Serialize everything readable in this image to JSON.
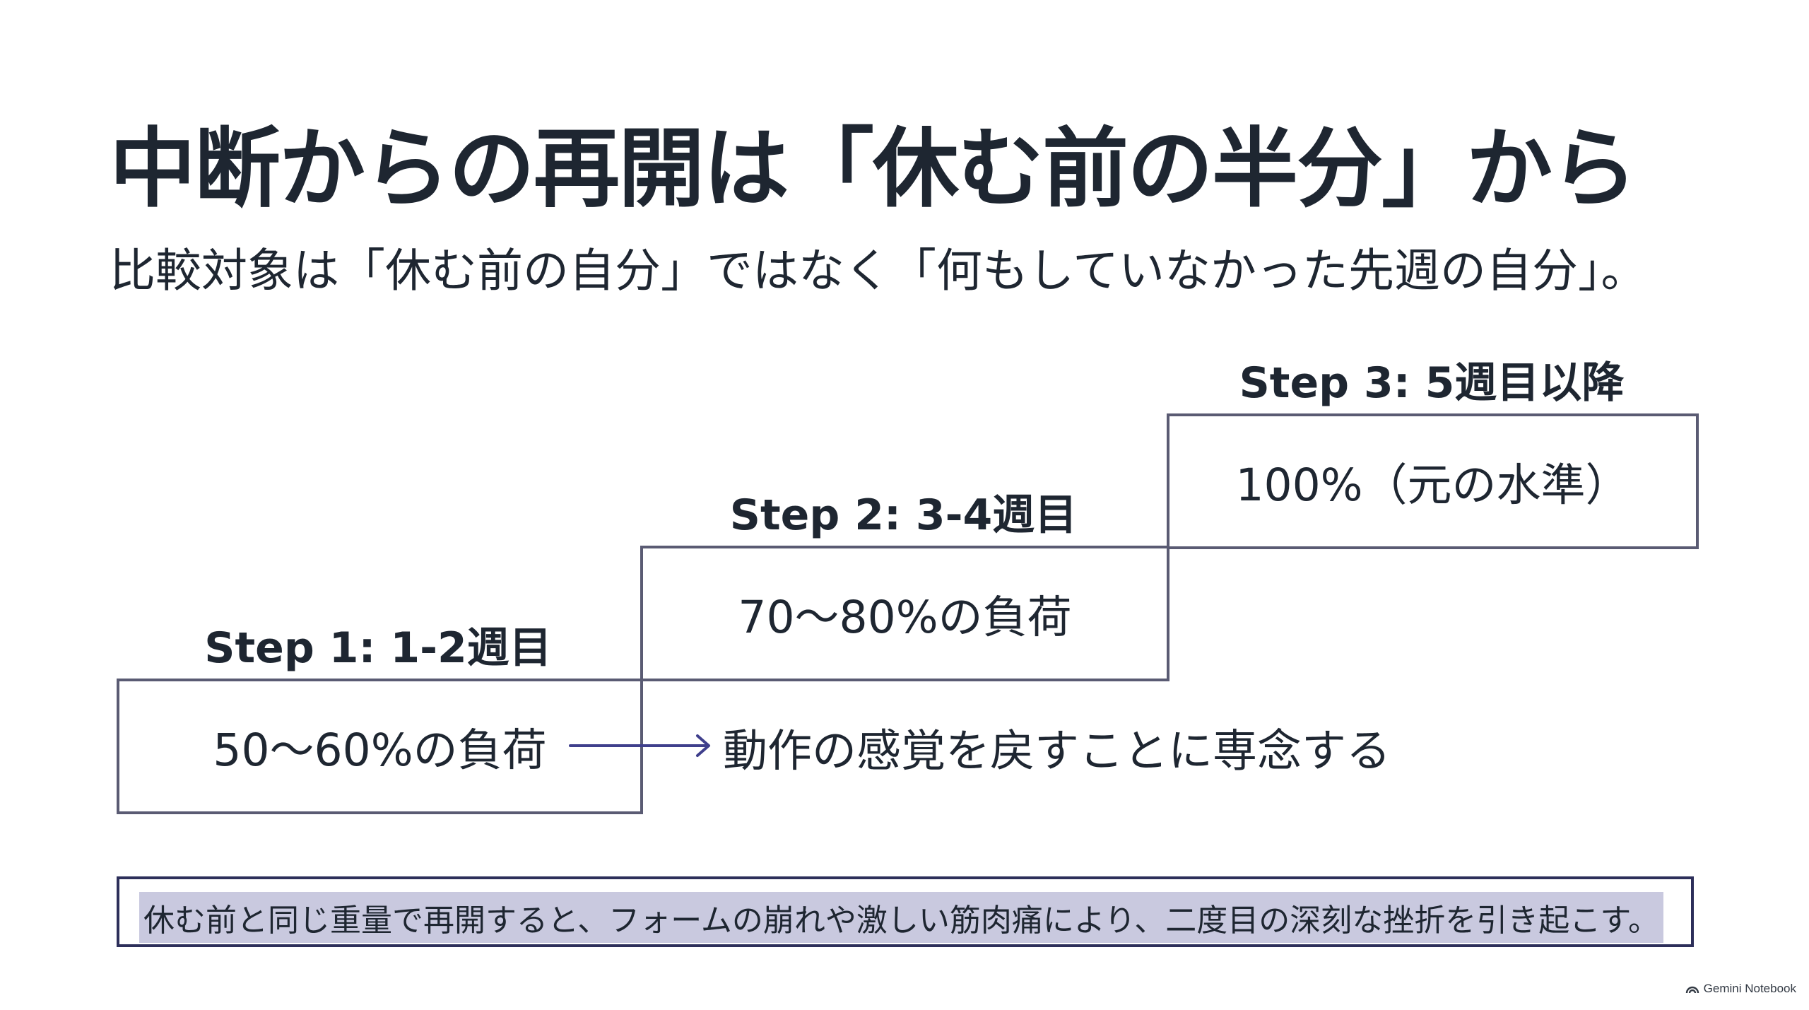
{
  "title": "中断からの再開は「休む前の半分」から",
  "subtitle": "比較対象は「休む前の自分」ではなく「何もしていなかった先週の自分」。",
  "steps": [
    {
      "label": "Step 1: 1-2週目",
      "value": "50〜60%の負荷"
    },
    {
      "label": "Step 2: 3-4週目",
      "value": "70〜80%の負荷"
    },
    {
      "label": "Step 3: 5週目以降",
      "value": "100%（元の水準）"
    }
  ],
  "arrow_note": "動作の感覚を戻すことに専念する",
  "warning": "休む前と同じ重量で再開すると、フォームの崩れや激しい筋肉痛により、二度目の深刻な挫折を引き起こす。",
  "watermark": {
    "icon": "notebook-logo-icon",
    "text": "Gemini Notebook"
  },
  "colors": {
    "text": "#1e2631",
    "box_border": "#5a5b73",
    "arrow": "#3f3f8c",
    "warning_border": "#2d2f5a",
    "warning_highlight": "#c9c9df"
  }
}
